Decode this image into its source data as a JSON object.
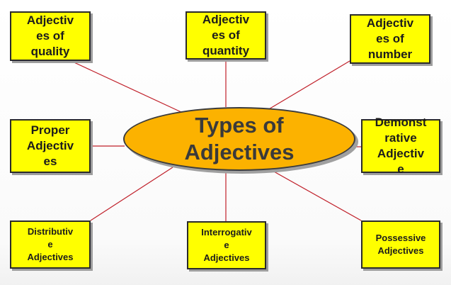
{
  "center": {
    "label": "Types of\nAdjectives"
  },
  "boxes": [
    {
      "label": "Adjectiv\nes of\nquality"
    },
    {
      "label": "Adjectiv\nes of\nquantity"
    },
    {
      "label": "Adjectiv\nes of\nnumber"
    },
    {
      "label": "Proper\nAdjectiv\nes"
    },
    {
      "label": "Demonst\nrative\nAdjectiv\ne"
    },
    {
      "label": "Distributiv\ne\nAdjectives"
    },
    {
      "label": "Interrogativ\ne\nAdjectives"
    },
    {
      "label": "Possessive\nAdjectives"
    }
  ],
  "colors": {
    "box_fill": "#ffff00",
    "oval_fill": "#fcb200",
    "connector": "#c0202a"
  }
}
